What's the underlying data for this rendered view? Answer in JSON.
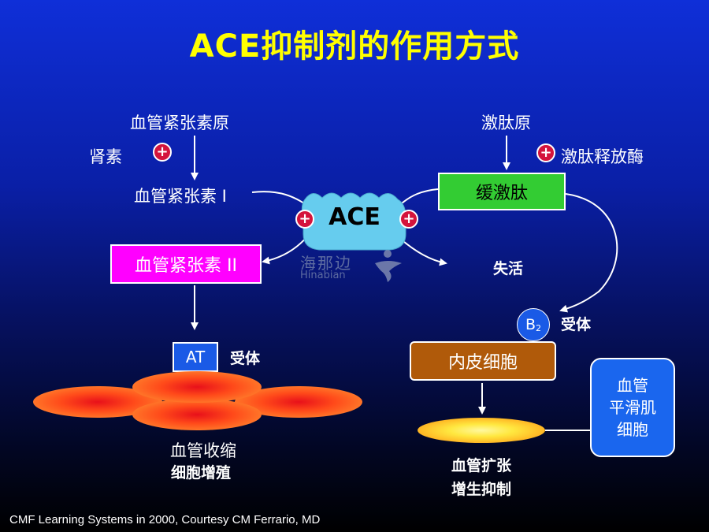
{
  "title": "ACE抑制剂的作用方式",
  "left": {
    "angiotensinogen": "血管紧张素原",
    "renin": "肾素",
    "angiotensin1": "血管紧张素 I",
    "angiotensin2": "血管紧张素 II",
    "at_receptor": "AT",
    "receptor_label": "受体",
    "outcome_line1": "血管收缩",
    "outcome_line2": "细胞增殖"
  },
  "center": {
    "enzyme": "ACE",
    "watermark_cn": "海那边",
    "watermark_en": "Hinabian"
  },
  "right": {
    "kininogen": "激肽原",
    "kallikrein": "激肽释放酶",
    "bradykinin": "缓激肽",
    "inactive": "失活",
    "b2_main": "B",
    "b2_sub": "2",
    "receptor_label": "受体",
    "endothelial": "内皮细胞",
    "smooth_muscle_line1": "血管",
    "smooth_muscle_line2": "平滑肌",
    "smooth_muscle_line3": "细胞",
    "outcome_line1": "血管扩张",
    "outcome_line2": "增生抑制"
  },
  "plus_sign": "+",
  "footer": "CMF Learning Systems in 2000, Courtesy CM Ferrario, MD",
  "colors": {
    "title": "#ffff00",
    "angiotensin2_box": "#ff00ff",
    "bradykinin_box": "#33cc33",
    "ace_shape": "#66ccee",
    "endothelial_box": "#b05a0a",
    "smooth_muscle_box": "#1a66ee",
    "at_box": "#1a5ae6",
    "plus_badge": "#d4143c"
  }
}
